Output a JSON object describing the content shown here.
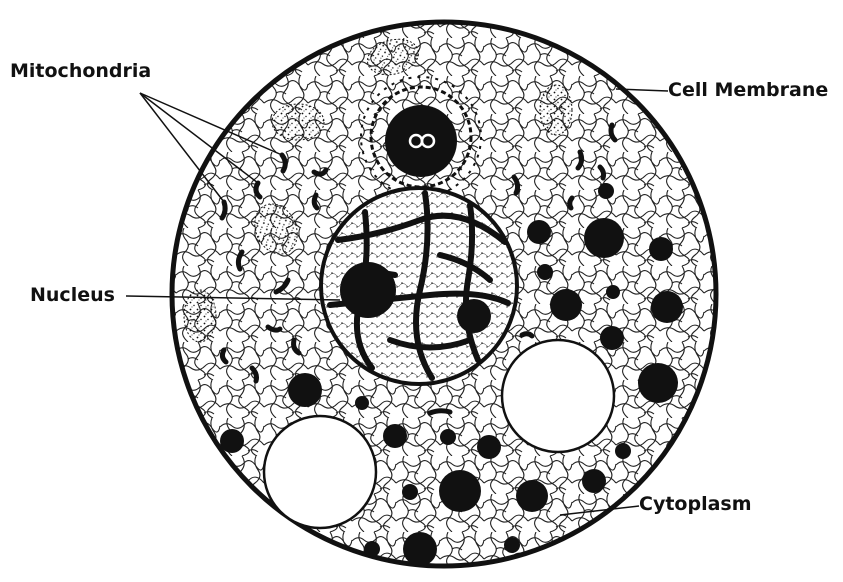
{
  "labels": {
    "mitochondria": "Mitochondria",
    "cell_membrane": "Cell Membrane",
    "nucleus": "Nucleus",
    "cytoplasm": "Cytoplasm"
  },
  "colors": {
    "ink": "#111111",
    "background": "#ffffff"
  }
}
